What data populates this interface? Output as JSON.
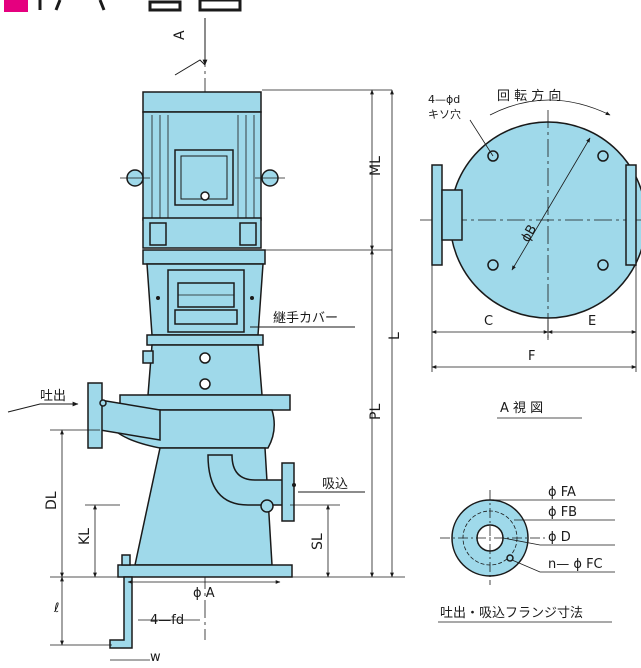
{
  "colors": {
    "line": "#1a1a1a",
    "fill": "#9fd9ea",
    "title_accent": "#e5007f"
  },
  "main_view": {
    "arrow_label": "A",
    "dims": {
      "ML": "ML",
      "L": "L",
      "PL": "PL",
      "DL": "DL",
      "KL": "KL",
      "SL": "SL",
      "phiA": "ϕ A",
      "fd": "4—fd",
      "ell": "ℓ",
      "w": "w"
    },
    "labels": {
      "discharge": "吐出",
      "suction": "吸込",
      "coupling_cover": "継手カバー"
    }
  },
  "a_view": {
    "rotation": "回 転 方 向",
    "holes": "4—ϕd",
    "holes2": "キソ穴",
    "phiB": "ϕB",
    "C": "C",
    "E": "E",
    "F": "F",
    "caption": "A 視 図"
  },
  "flange": {
    "FA": "ϕ FA",
    "FB": "ϕ FB",
    "D": "ϕ D",
    "FC": "n— ϕ FC",
    "caption": "吐出・吸込フランジ寸法"
  }
}
